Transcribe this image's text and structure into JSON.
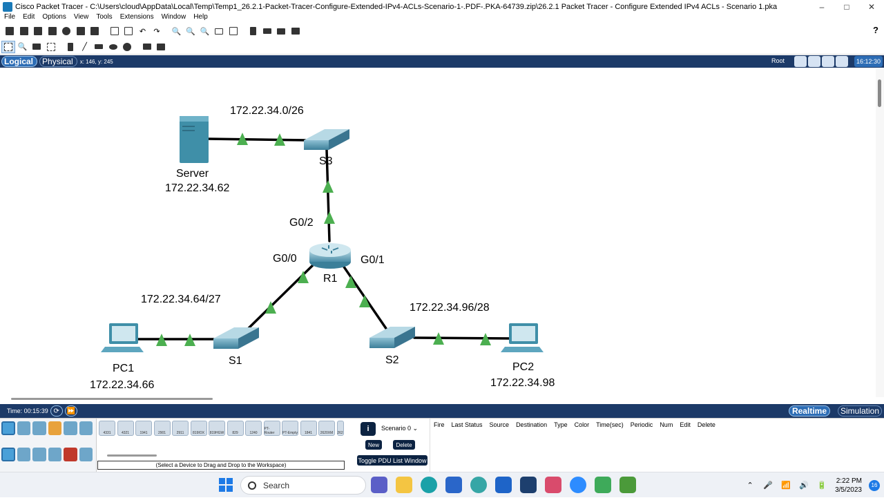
{
  "window": {
    "title": "Cisco Packet Tracer - C:\\Users\\cloud\\AppData\\Local\\Temp\\Temp1_26.2.1-Packet-Tracer-Configure-Extended-IPv4-ACLs-Scenario-1-.PDF-.PKA-64739.zip\\26.2.1 Packet Tracer - Configure Extended IPv4 ACLs - Scenario 1.pka",
    "minimize": "–",
    "maximize": "□",
    "close": "✕"
  },
  "menu": [
    "File",
    "Edit",
    "Options",
    "View",
    "Tools",
    "Extensions",
    "Window",
    "Help"
  ],
  "help_icon": "?",
  "modebar": {
    "logical": "Logical",
    "physical": "Physical",
    "coords": "x: 146, y: 245",
    "root": "Root",
    "clock": "16:12:30"
  },
  "topology": {
    "networks": {
      "server_net": "172.22.34.0/26",
      "pc1_net": "172.22.34.64/27",
      "pc2_net": "172.22.34.96/28"
    },
    "devices": {
      "server_name": "Server",
      "server_ip": "172.22.34.62",
      "s3": "S3",
      "r1": "R1",
      "s1": "S1",
      "s2": "S2",
      "pc1_name": "PC1",
      "pc1_ip": "172.22.34.66",
      "pc2_name": "PC2",
      "pc2_ip": "172.22.34.98"
    },
    "interfaces": {
      "g00": "G0/0",
      "g01": "G0/1",
      "g02": "G0/2"
    },
    "colors": {
      "link": "#000000",
      "link_up": "#4caf50",
      "device": "#3f8fa8"
    }
  },
  "timebar": {
    "time": "Time: 00:15:39",
    "realtime": "Realtime",
    "simulation": "Simulation"
  },
  "device_models": [
    "4331",
    "4321",
    "1941",
    "2901",
    "2911",
    "819IOX",
    "819HGW",
    "829",
    "1240",
    "PT-Router",
    "PT-Empty",
    "1841",
    "2620XM",
    "262"
  ],
  "device_hint": "(Select a Device to Drag and Drop to the Workspace)",
  "pdu": {
    "scenario": "Scenario 0",
    "new": "New",
    "delete": "Delete",
    "toggle": "Toggle PDU List Window",
    "columns": [
      "Fire",
      "Last Status",
      "Source",
      "Destination",
      "Type",
      "Color",
      "Time(sec)",
      "Periodic",
      "Num",
      "Edit",
      "Delete"
    ]
  },
  "taskbar": {
    "search": "Search",
    "time": "2:22 PM",
    "date": "3/5/2023",
    "notifications": "16"
  }
}
